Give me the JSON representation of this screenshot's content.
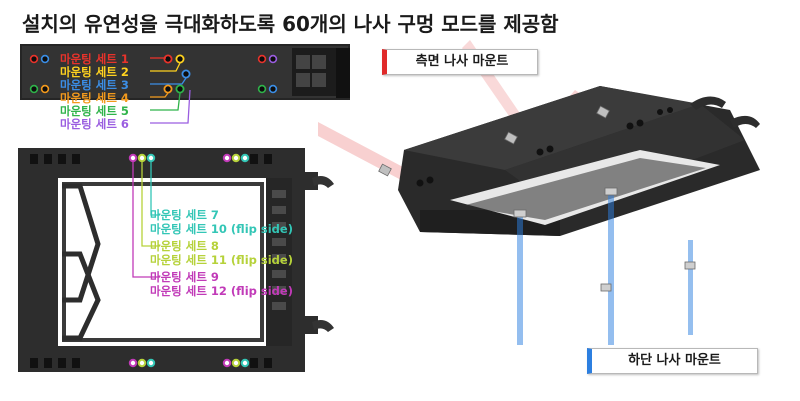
{
  "title": "설치의 유연성을 극대화하도록 60개의 나사 구멍 모드를 제공함",
  "top_sets": [
    {
      "label": "마운팅 세트 1",
      "color": "#e8332b"
    },
    {
      "label": "마운팅 세트 2",
      "color": "#ffd21f"
    },
    {
      "label": "마운팅 세트 3",
      "color": "#3b8ee6"
    },
    {
      "label": "마운팅 세트 4",
      "color": "#f39a1d"
    },
    {
      "label": "마운팅 세트 5",
      "color": "#2fb34a"
    },
    {
      "label": "마운팅 세트 6",
      "color": "#9a5de0"
    }
  ],
  "frame_sets": {
    "set7": "마운팅 세트 7",
    "set10": "마운팅 세트 10 (flip side)",
    "set8": "마운팅 세트 8",
    "set11": "마운팅 세트 11 (flip side)",
    "set9": "마운팅 세트 9",
    "set12": "마운팅 세트 12 (flip side)"
  },
  "callouts": {
    "side": "측면 나사 마운트",
    "bottom": "하단 나사 마운트"
  },
  "colors": {
    "frame": "#2b2b2b",
    "side_accent": "#e02a2a",
    "bottom_accent": "#2c7fe0"
  }
}
